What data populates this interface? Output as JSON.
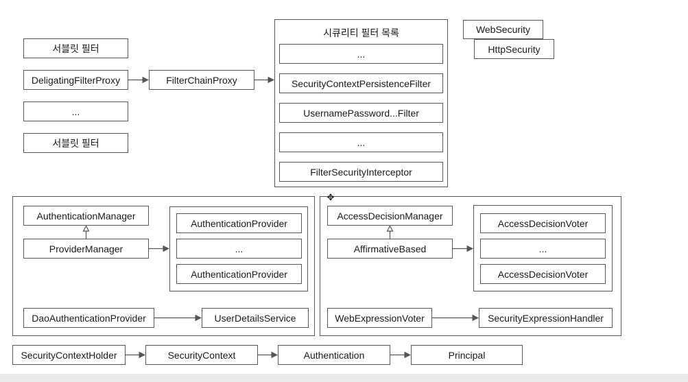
{
  "servlet_filters": {
    "item1": "서블릿 필터",
    "item2": "DeligatingFilterProxy",
    "item3": "...",
    "item4": "서블릿 필터"
  },
  "filter_chain_proxy": "FilterChainProxy",
  "security_filters": {
    "title": "시큐리티 필터 목록",
    "items": [
      "...",
      "SecurityContextPersistenceFilter",
      "UsernamePassword...Filter",
      "...",
      "FilterSecurityInterceptor"
    ]
  },
  "web_security": "WebSecurity",
  "http_security": "HttpSecurity",
  "authentication": {
    "manager": "AuthenticationManager",
    "provider_manager": "ProviderManager",
    "providers": [
      "AuthenticationProvider",
      "...",
      "AuthenticationProvider"
    ],
    "dao_provider": "DaoAuthenticationProvider",
    "user_details_service": "UserDetailsService"
  },
  "authorization": {
    "manager": "AccessDecisionManager",
    "affirmative": "AffirmativeBased",
    "voters": [
      "AccessDecisionVoter",
      "...",
      "AccessDecisionVoter"
    ],
    "web_expression_voter": "WebExpressionVoter",
    "expression_handler": "SecurityExpressionHandler"
  },
  "context_chain": [
    "SecurityContextHolder",
    "SecurityContext",
    "Authentication",
    "Principal"
  ],
  "colors": {
    "border": "#555555",
    "text": "#1a1a1a",
    "footer": "#e9e9e9"
  },
  "icons": {
    "move": "move-icon"
  }
}
